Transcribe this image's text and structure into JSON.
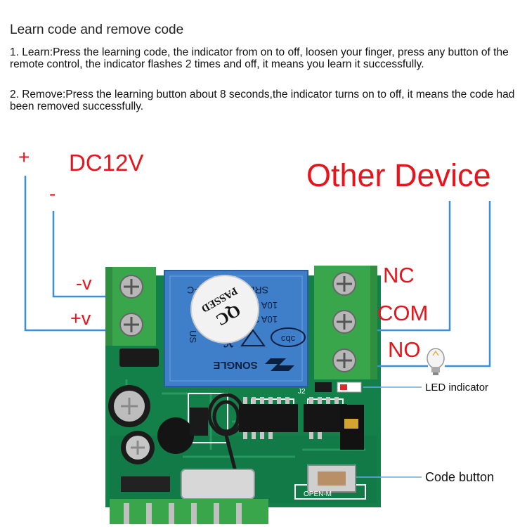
{
  "title": "Learn code and remove code",
  "instructions": [
    "1. Learn:Press the learning code, the indicator from on to off, loosen your finger, press any button of the remote control, the indicator flashes 2 times and off, it means you learn it successfully.",
    "2. Remove:Press the learning button about 8 seconds,the indicator turns on to off, it means the code had been removed successfully."
  ],
  "power": {
    "plus": "+",
    "minus": "-",
    "voltage": "DC12V"
  },
  "terminals": {
    "minus_v": "-v",
    "plus_v": "+v",
    "nc": "NC",
    "com": "COM",
    "no": "NO"
  },
  "device_label": "Other Device",
  "annotations": {
    "led": "LED indicator",
    "code": "Code button"
  },
  "relay": {
    "model": "SRD-12VDC-SL-C",
    "rating1": "10A 250VAC",
    "rating2": "10A 30VDC",
    "brand": "SONGLE",
    "stamp_line1": "QC",
    "stamp_line2": "PASSED",
    "cert": "cqc",
    "us": "US"
  },
  "board_marks": {
    "j2": "J2",
    "switch": "OPEN-M"
  },
  "colors": {
    "label_red": "#e8141b",
    "wire_blue": "#3a8fd8",
    "pcb_green": "#13804a",
    "terminal_green": "#3aa64c",
    "relay_blue": "#3f7fca"
  }
}
